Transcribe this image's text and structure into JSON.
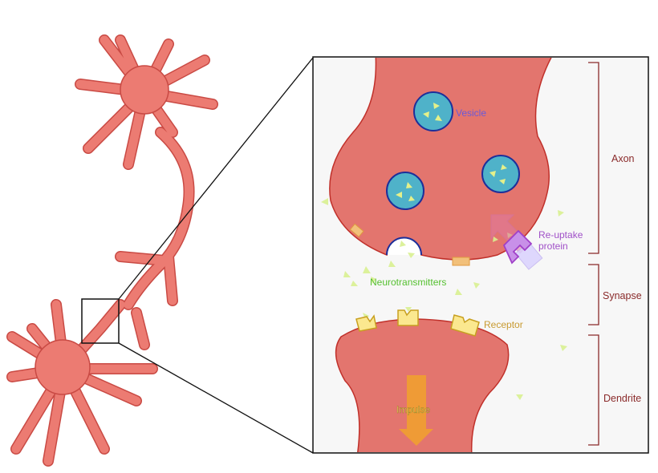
{
  "labels": {
    "vesicle": "Vesicle",
    "reuptake_line1": "Re-uptake",
    "reuptake_line2": "protein",
    "neurotransmitters": "Neurotransmitters",
    "receptor": "Receptor",
    "impulse": "Impulse",
    "axon": "Axon",
    "synapse": "Synapse",
    "dendrite": "Dendrite"
  },
  "colors": {
    "cell": "#e3756e",
    "cell_outline": "#c0302a",
    "vesicle": "#4fb2c9",
    "vesicle_outline": "#1d2f9a",
    "transmitter": "#e4f08a",
    "receptor": "#fbe88f",
    "impulse": "#f0a030",
    "vesicle_label": "#6a5ad8",
    "reuptake_label": "#a050c8",
    "nt_label": "#55c030",
    "receptor_label": "#c89a30",
    "bracket": "#8a2a2a"
  }
}
